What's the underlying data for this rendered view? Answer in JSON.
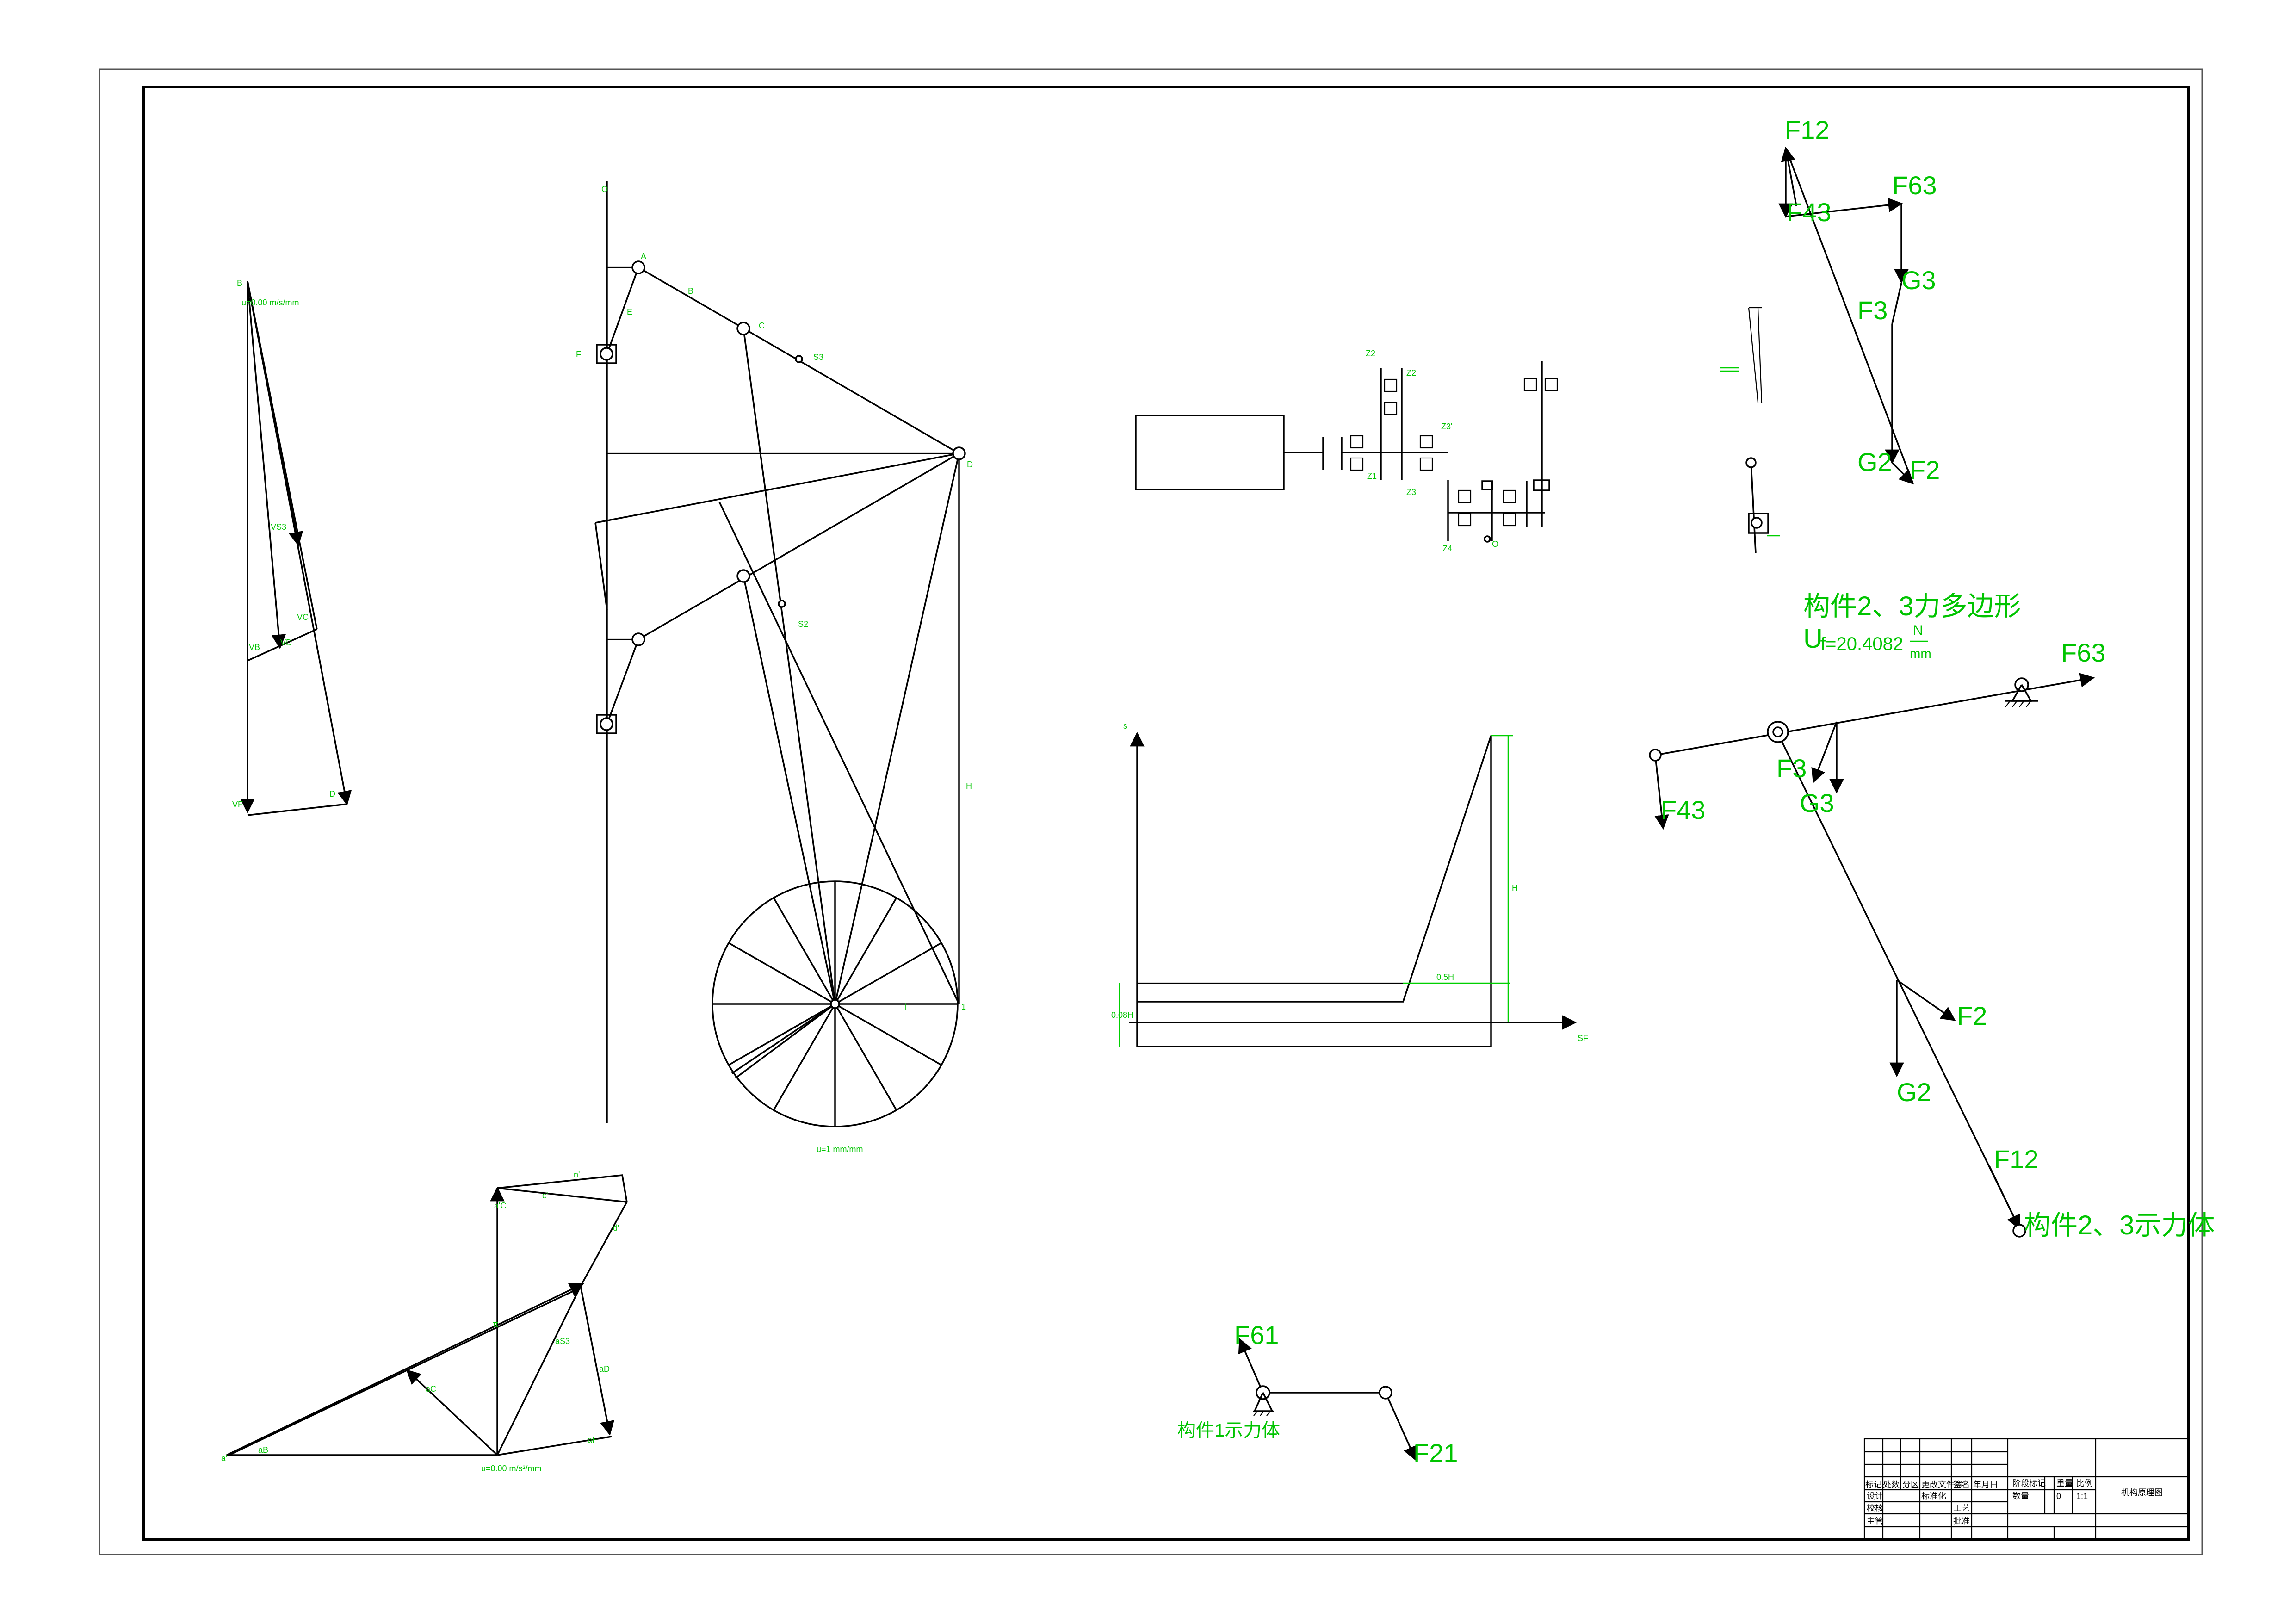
{
  "force_labels": {
    "top_f12": "F12",
    "top_f63": "F63",
    "top_f43": "F43",
    "top_g3": "G3",
    "top_f3": "F3",
    "top_g2": "G2",
    "top_f2": "F2",
    "body_f63": "F63",
    "body_f43": "F43",
    "body_f3": "F3",
    "body_g3": "G3",
    "body_f2": "F2",
    "body_g2": "G2",
    "body_f12": "F12",
    "crank_f61": "F61",
    "crank_f21": "F21"
  },
  "captions": {
    "force_polygon": "构件2、3力多边形",
    "scale_prefix": "U",
    "scale_value": "f=20.4082",
    "scale_num": "N",
    "scale_den": "mm",
    "free_body_23": "构件2、3示力体",
    "free_body_1": "构件1示力体"
  },
  "velocity_labels": {
    "p": "B",
    "vb": "VB",
    "vc": "VC",
    "vs3": "VS3",
    "vf": "VF",
    "vd": "VD",
    "scale": "u=0.00 m/s/mm"
  },
  "mechanism_labels": {
    "o": "O",
    "a": "A",
    "b": "B",
    "c": "C",
    "s3": "S3",
    "d": "D",
    "f": "F",
    "s2": "S2",
    "e": "E",
    "l": "l",
    "h": "H",
    "e2": "1",
    "scale": "u=1 mm/mm"
  },
  "motion_labels": {
    "s_axis": "s",
    "sf_axis": "SF",
    "h": "H",
    "ang_1": "0.5H",
    "ang_2": "0.08H"
  },
  "accel_labels": {
    "pi": "π",
    "scale": "u=0.00 m/s²/mm",
    "a1": "a'",
    "a2": "aB",
    "a3": "aC",
    "a4": "aS3",
    "a5": "aD",
    "a6": "aF",
    "a7": "a'C",
    "a8": "n'",
    "a9": "c'",
    "a10": "d'"
  },
  "gear_labels": {
    "z1": "Z1",
    "z2": "Z2",
    "z2p": "Z2'",
    "z3": "Z3",
    "z3p": "Z3'",
    "z4": "Z4",
    "o": "O"
  },
  "title_block": {
    "drawing_title": "机构原理图",
    "row_header": [
      "标记",
      "处数",
      "分区",
      "更改文件号",
      "签名",
      "年月日"
    ],
    "design": "设计",
    "check": "校核",
    "supervisor": "主管",
    "standard": "标准化",
    "process": "工艺",
    "approve": "批准",
    "stage_mark": "阶段标记",
    "weight": "重量",
    "scale_label": "比例",
    "count": "数量",
    "weight_val": "0",
    "scale_val": "1:1"
  }
}
